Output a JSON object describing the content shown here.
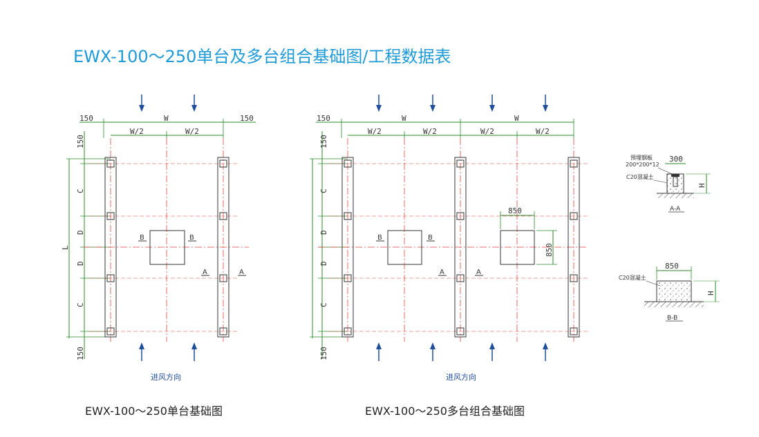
{
  "header": {
    "title": "EWX-100～250单台及多台组合基础图/工程数据表"
  },
  "captions": {
    "single": "EWX-100～250单台基础图",
    "multi": "EWX-100～250多台组合基础图"
  },
  "labels": {
    "dim150": "150",
    "W": "W",
    "W2": "W/2",
    "C": "C",
    "D": "D",
    "L": "L",
    "A": "A",
    "B": "B",
    "dim850": "850",
    "dim300": "300",
    "H": "H",
    "airflow": "进风方向"
  },
  "section_aa": {
    "embed_plate": "预埋钢板",
    "embed_size": "200*200*12",
    "concrete": "C20混凝土",
    "name": "A-A"
  },
  "section_bb": {
    "concrete": "C20混凝土",
    "name": "B-B"
  },
  "colors": {
    "title": "#1e9ad6",
    "dimension_line": "#2a8a2a",
    "center_line": "#e0443c",
    "arrow": "#1f4e9a"
  }
}
